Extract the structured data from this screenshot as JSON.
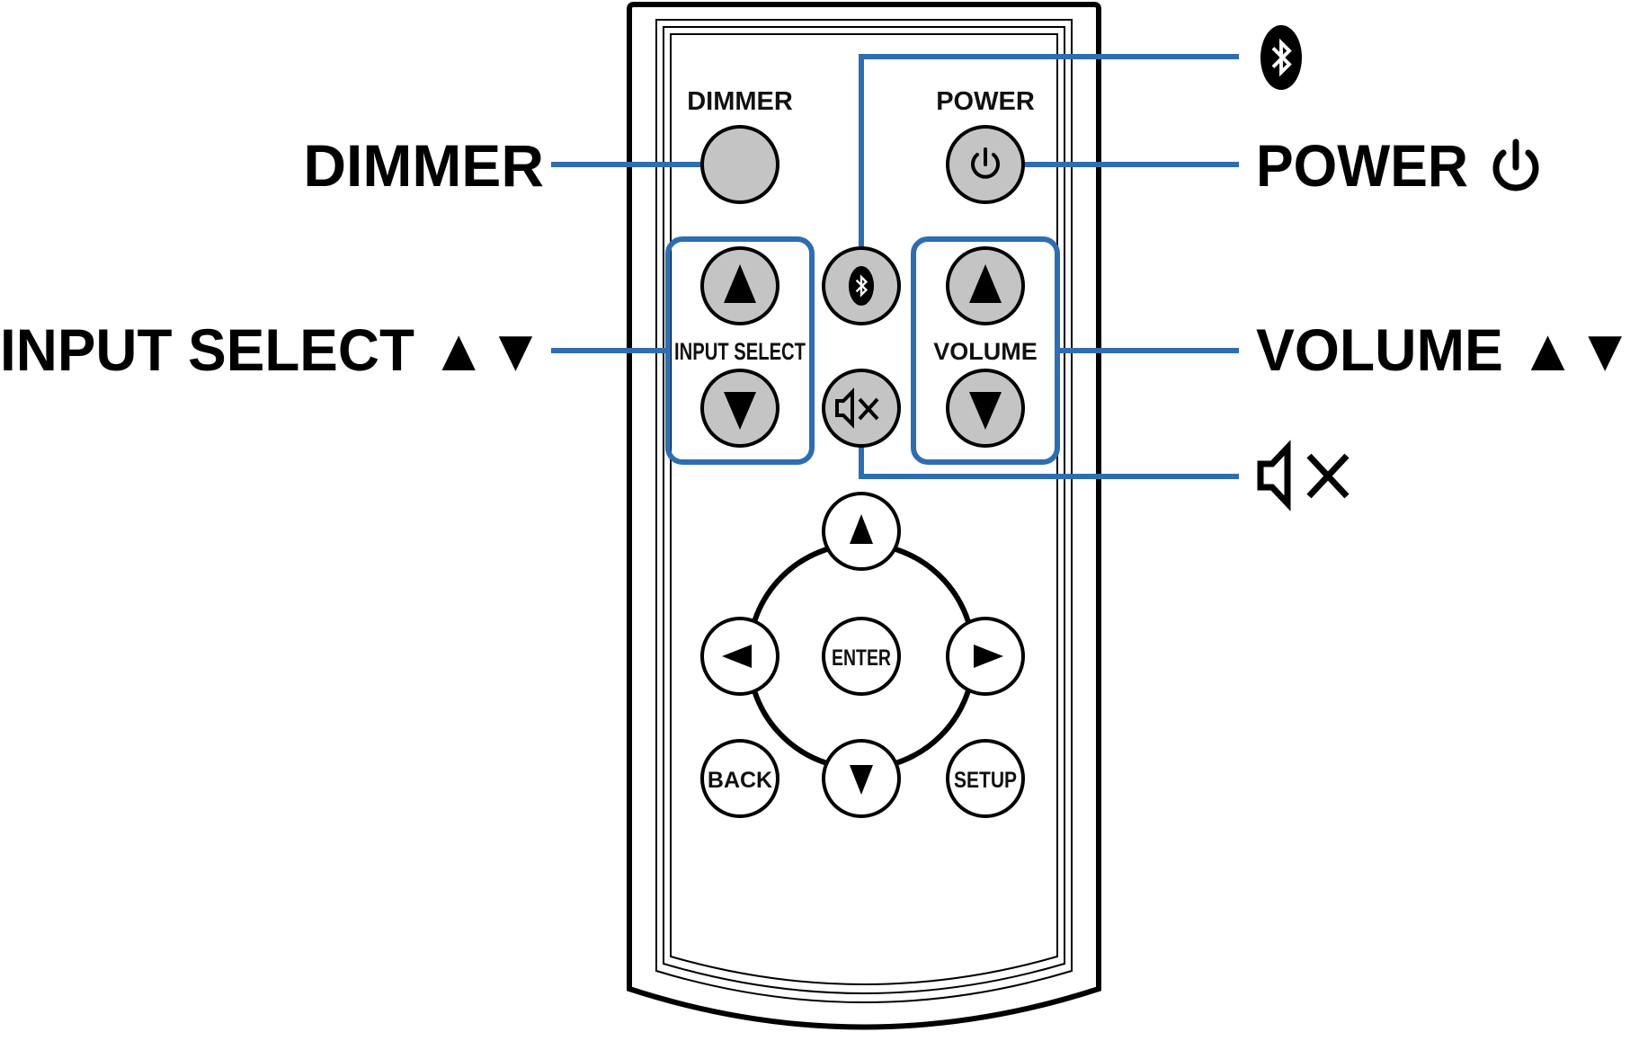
{
  "remote": {
    "buttons": {
      "dimmer": "DIMMER",
      "power": "POWER",
      "input_select": "INPUT SELECT",
      "volume": "VOLUME",
      "enter": "ENTER",
      "back": "BACK",
      "setup": "SETUP"
    }
  },
  "callouts": {
    "dimmer": "DIMMER",
    "input_select": "INPUT SELECT ▲▼",
    "power": "POWER",
    "volume": "VOLUME ▲▼"
  },
  "icons": [
    "bluetooth-icon",
    "power-icon",
    "mute-icon",
    "triangle-up-icon",
    "triangle-down-icon",
    "triangle-left-icon",
    "triangle-right-icon"
  ],
  "colors": {
    "highlight": "#2f6db2",
    "button_gray": "#c4c4c4",
    "outline": "#000000"
  }
}
